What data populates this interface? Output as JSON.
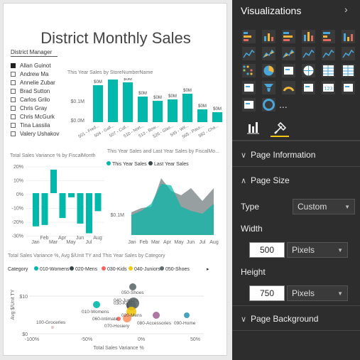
{
  "report": {
    "title": "District Monthly Sales",
    "slicer": {
      "header": "District Manager",
      "items": [
        {
          "label": "Allan Guinot",
          "checked": true
        },
        {
          "label": "Andrew Ma",
          "checked": false
        },
        {
          "label": "Annelie Zubar",
          "checked": false
        },
        {
          "label": "Brad Sutton",
          "checked": false
        },
        {
          "label": "Carlos Grilo",
          "checked": false
        },
        {
          "label": "Chris Gray",
          "checked": false
        },
        {
          "label": "Chris McGurk",
          "checked": false
        },
        {
          "label": "Tina Lassila",
          "checked": false
        },
        {
          "label": "Valery Ushakov",
          "checked": false
        }
      ]
    },
    "bar_chart": {
      "title": "This Year Sales by StoreNumberName",
      "y_ticks": [
        "$0.1M",
        "$0.0M"
      ],
      "bar_labels": [
        "$0M",
        "$0M",
        "$0M",
        "$0M",
        "$0M",
        "$0M",
        "$0M",
        "$0M",
        "$0M"
      ],
      "categories": [
        "501 - Fred...",
        "504 - Gall...",
        "507 - Coll...",
        "510 - Nort...",
        "513 - Bow...",
        "526 - Glas...",
        "545 - Wil...",
        "565 - Pass...",
        "582 - Cha..."
      ],
      "color": "#01b8aa"
    },
    "variance_chart": {
      "title": "Total Sales Variance % by FiscalMonth",
      "y_ticks": [
        "20%",
        "10%",
        "0%",
        "-10%",
        "-20%",
        "-30%"
      ],
      "categories": [
        "Jan",
        "Feb",
        "Mar",
        "Apr",
        "May",
        "Jun",
        "Jul",
        "Aug"
      ],
      "color": "#01b8aa"
    },
    "area_chart": {
      "title": "This Year Sales and Last Year Sales by FiscalMo...",
      "legend": [
        {
          "label": "This Year Sales",
          "color": "#01b8aa"
        },
        {
          "label": "Last Year Sales",
          "color": "#374649"
        }
      ],
      "y_ticks": [
        "$0.1M"
      ],
      "categories": [
        "Jan",
        "Feb",
        "Mar",
        "Apr",
        "May",
        "Jun",
        "Jul",
        "Aug"
      ]
    },
    "scatter_chart": {
      "title": "Total Sales Variance %, Avg $/Unit TY and This Year Sales by Category",
      "legend_label": "Category",
      "legend": [
        {
          "label": "010-Womens",
          "color": "#01b8aa"
        },
        {
          "label": "020-Mens",
          "color": "#374649"
        },
        {
          "label": "030-Kids",
          "color": "#fd625e"
        },
        {
          "label": "040-Juniors",
          "color": "#f2c80f"
        },
        {
          "label": "050-Shoes",
          "color": "#5f6b6d"
        }
      ],
      "x_label": "Total Sales Variance %",
      "y_label": "Avg $/Unit TY",
      "x_ticks": [
        "-100%",
        "-50%",
        "0%",
        "50%"
      ],
      "y_ticks": [
        "$10",
        "$0"
      ],
      "point_labels": [
        "050-Shoes",
        "040-Juniors",
        "030-Kids",
        "010-Womens",
        "020-Mens",
        "060-Intimate",
        "070-Hosiery",
        "090-Home",
        "080-Accessories",
        "100-Groceries"
      ]
    }
  },
  "panel": {
    "title": "Visualizations",
    "more_label": "...",
    "sections": {
      "page_information": "Page Information",
      "page_size": "Page Size",
      "page_background": "Page Background"
    },
    "type_label": "Type",
    "type_value": "Custom",
    "width_label": "Width",
    "width_value": "500",
    "width_unit": "Pixels",
    "height_label": "Height",
    "height_value": "750",
    "height_unit": "Pixels",
    "accent": "#f2c811"
  }
}
